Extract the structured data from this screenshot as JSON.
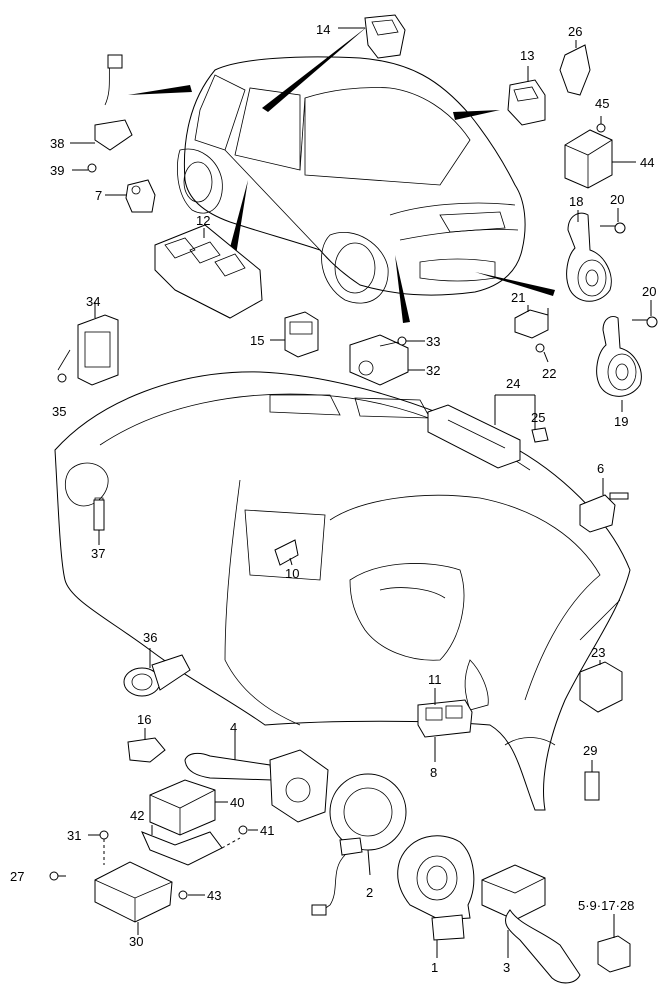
{
  "parts": [
    {
      "id": "p1",
      "label": "1"
    },
    {
      "id": "p2",
      "label": "2"
    },
    {
      "id": "p3",
      "label": "3"
    },
    {
      "id": "p4",
      "label": "4"
    },
    {
      "id": "p6",
      "label": "6"
    },
    {
      "id": "p7",
      "label": "7"
    },
    {
      "id": "p8",
      "label": "8"
    },
    {
      "id": "p10",
      "label": "10"
    },
    {
      "id": "p11",
      "label": "11"
    },
    {
      "id": "p12",
      "label": "12"
    },
    {
      "id": "p13",
      "label": "13"
    },
    {
      "id": "p14",
      "label": "14"
    },
    {
      "id": "p15",
      "label": "15"
    },
    {
      "id": "p16",
      "label": "16"
    },
    {
      "id": "p18",
      "label": "18"
    },
    {
      "id": "p19",
      "label": "19"
    },
    {
      "id": "p20a",
      "label": "20"
    },
    {
      "id": "p20b",
      "label": "20"
    },
    {
      "id": "p21",
      "label": "21"
    },
    {
      "id": "p22",
      "label": "22"
    },
    {
      "id": "p23",
      "label": "23"
    },
    {
      "id": "p24",
      "label": "24"
    },
    {
      "id": "p25",
      "label": "25"
    },
    {
      "id": "p26",
      "label": "26"
    },
    {
      "id": "p27",
      "label": "27"
    },
    {
      "id": "p29",
      "label": "29"
    },
    {
      "id": "p30",
      "label": "30"
    },
    {
      "id": "p31",
      "label": "31"
    },
    {
      "id": "p32",
      "label": "32"
    },
    {
      "id": "p33",
      "label": "33"
    },
    {
      "id": "p34",
      "label": "34"
    },
    {
      "id": "p35",
      "label": "35"
    },
    {
      "id": "p36",
      "label": "36"
    },
    {
      "id": "p37",
      "label": "37"
    },
    {
      "id": "p38",
      "label": "38"
    },
    {
      "id": "p39",
      "label": "39"
    },
    {
      "id": "p40",
      "label": "40"
    },
    {
      "id": "p41",
      "label": "41"
    },
    {
      "id": "p42",
      "label": "42"
    },
    {
      "id": "p43",
      "label": "43"
    },
    {
      "id": "p44",
      "label": "44"
    },
    {
      "id": "p45",
      "label": "45"
    },
    {
      "id": "pset",
      "label": "5·9·17·28"
    }
  ]
}
